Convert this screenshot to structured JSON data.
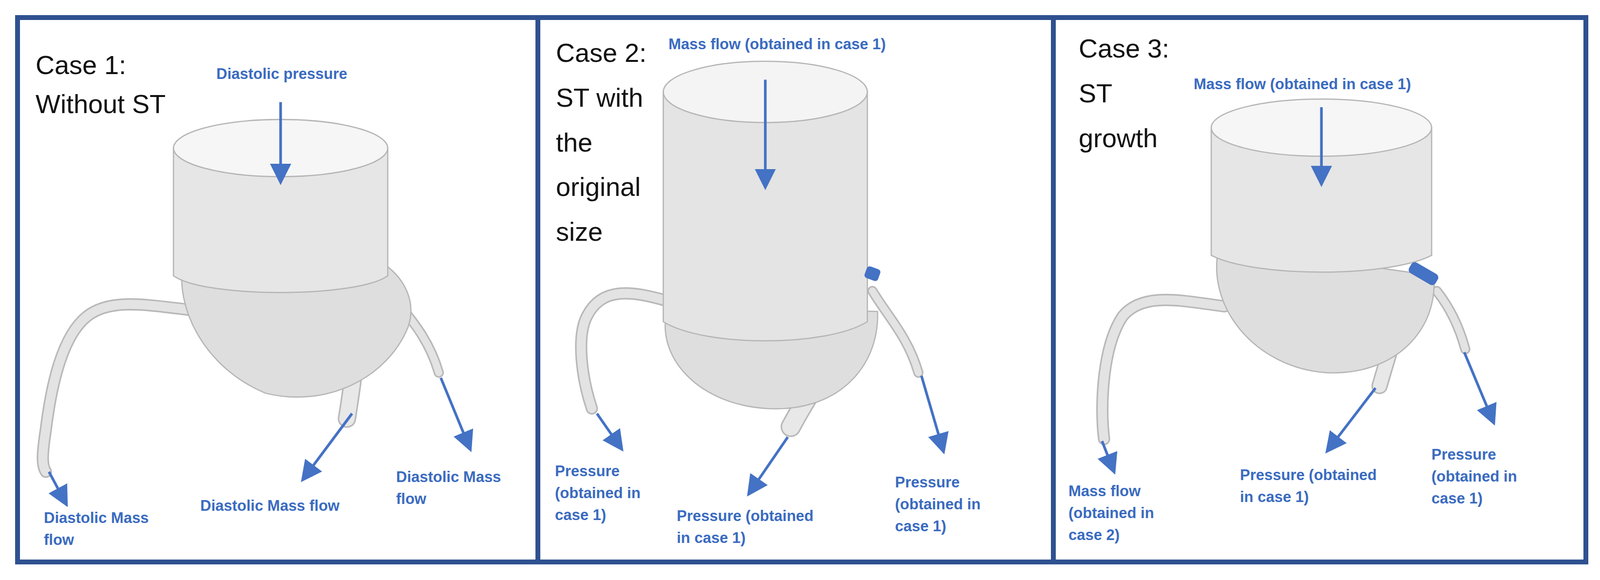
{
  "diagram": {
    "nodes": [
      {
        "text": [
          "Case 1: Without ST"
        ]
      },
      {
        "text": [
          "Case 2: ST with the original size"
        ]
      },
      {
        "text": [
          "Case 3: ST growth"
        ]
      }
    ],
    "labels": [
      "Diastolic pressure",
      "Diastolic Mass flow",
      "Diastolic Mass flow",
      "Diastolic Mass flow",
      "Mass flow (obtained in case 1)",
      "Pressure (obtained in case 1)",
      "Pressure (obtained in case 1)",
      "Pressure (obtained in case 1)",
      "Mass flow (obtained in case 1)",
      "Mass flow (obtained in case 2)",
      "Pressure (obtained in case 1)",
      "Pressure (obtained in case 1)"
    ]
  }
}
